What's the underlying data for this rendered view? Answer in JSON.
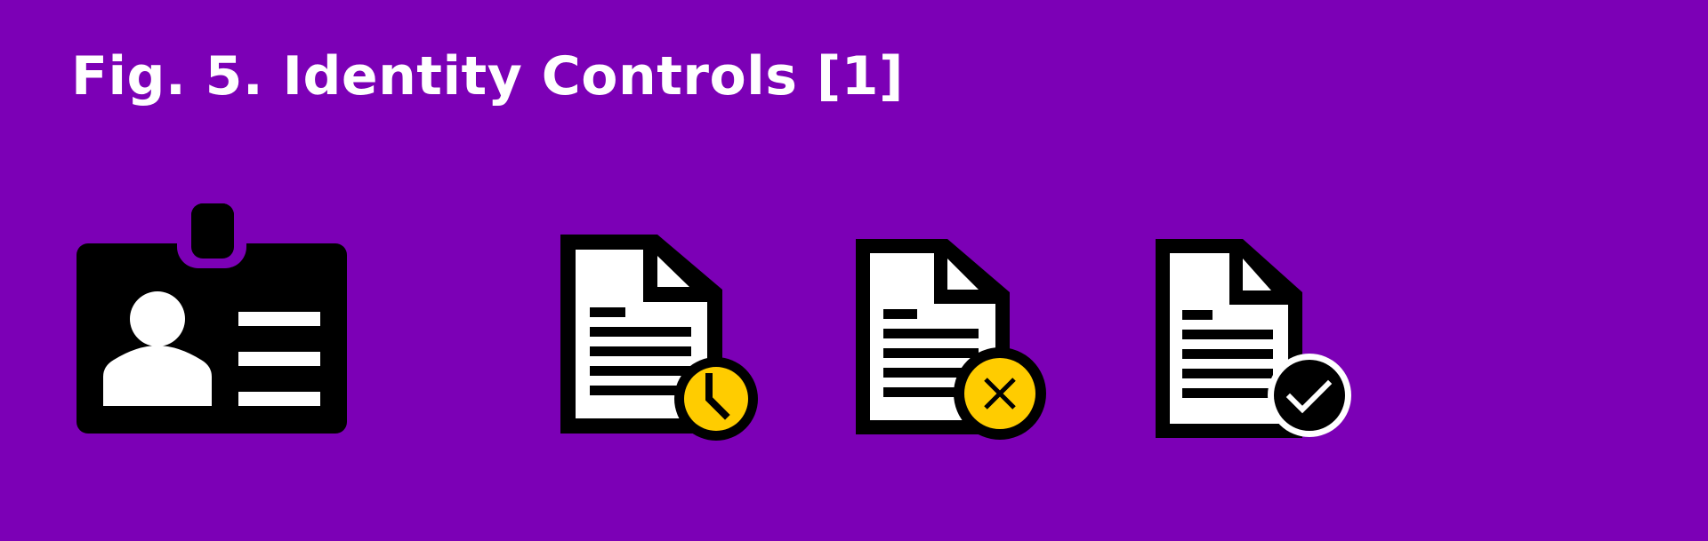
{
  "figure": {
    "title": "Fig. 5. Identity Controls [1]"
  },
  "icons": [
    {
      "name": "id-badge-icon",
      "meaning": "identity badge"
    },
    {
      "name": "document-pending-icon",
      "meaning": "document with clock badge"
    },
    {
      "name": "document-rejected-icon",
      "meaning": "document with x badge"
    },
    {
      "name": "document-approved-icon",
      "meaning": "document with check badge"
    }
  ],
  "colors": {
    "background": "#7c00b6",
    "foreground": "#000000",
    "paper": "#ffffff",
    "status_yellow": "#ffcc00",
    "title_text": "#ffffff"
  }
}
